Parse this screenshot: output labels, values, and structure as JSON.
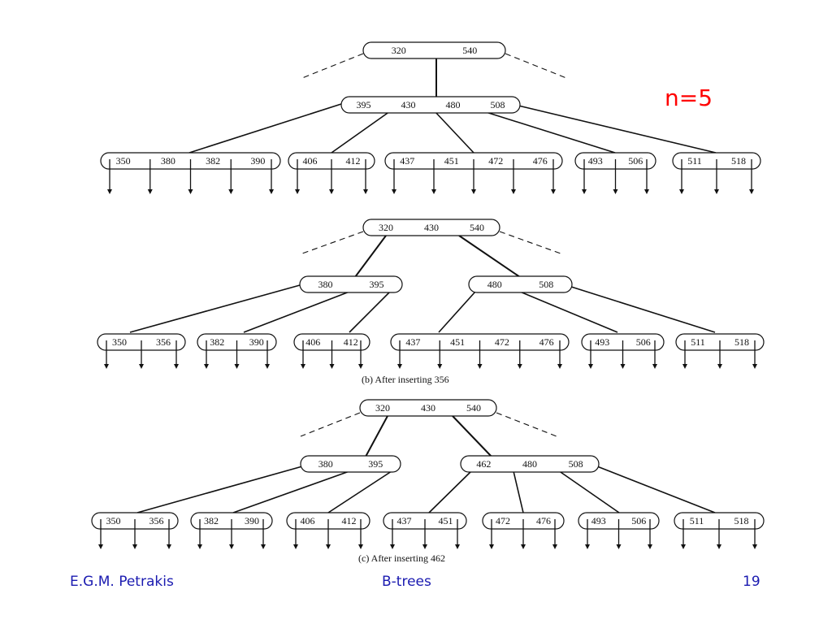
{
  "slide": {
    "n_label": "n=5",
    "footer_author": "E.G.M. Petrakis",
    "footer_title": "B-trees",
    "page_number": "19",
    "text_color": "#111111",
    "accent_color": "#ff0000",
    "footer_color": "#1a1ab0"
  },
  "trees": [
    {
      "caption": "",
      "root": [
        "320",
        "540"
      ],
      "level1": [
        [
          "395",
          "430",
          "480",
          "508"
        ]
      ],
      "leaves": [
        [
          "350",
          "380",
          "382",
          "390"
        ],
        [
          "406",
          "412"
        ],
        [
          "437",
          "451",
          "472",
          "476"
        ],
        [
          "493",
          "506"
        ],
        [
          "511",
          "518"
        ]
      ]
    },
    {
      "caption": "(b)  After inserting 356",
      "root": [
        "320",
        "430",
        "540"
      ],
      "level1": [
        [
          "380",
          "395"
        ],
        [
          "480",
          "508"
        ]
      ],
      "leaves": [
        [
          "350",
          "356"
        ],
        [
          "382",
          "390"
        ],
        [
          "406",
          "412"
        ],
        [
          "437",
          "451",
          "472",
          "476"
        ],
        [
          "493",
          "506"
        ],
        [
          "511",
          "518"
        ]
      ]
    },
    {
      "caption": "(c)  After inserting 462",
      "root": [
        "320",
        "430",
        "540"
      ],
      "level1": [
        [
          "380",
          "395"
        ],
        [
          "462",
          "480",
          "508"
        ]
      ],
      "leaves": [
        [
          "350",
          "356"
        ],
        [
          "382",
          "390"
        ],
        [
          "406",
          "412"
        ],
        [
          "437",
          "451"
        ],
        [
          "472",
          "476"
        ],
        [
          "493",
          "506"
        ],
        [
          "511",
          "518"
        ]
      ]
    }
  ]
}
